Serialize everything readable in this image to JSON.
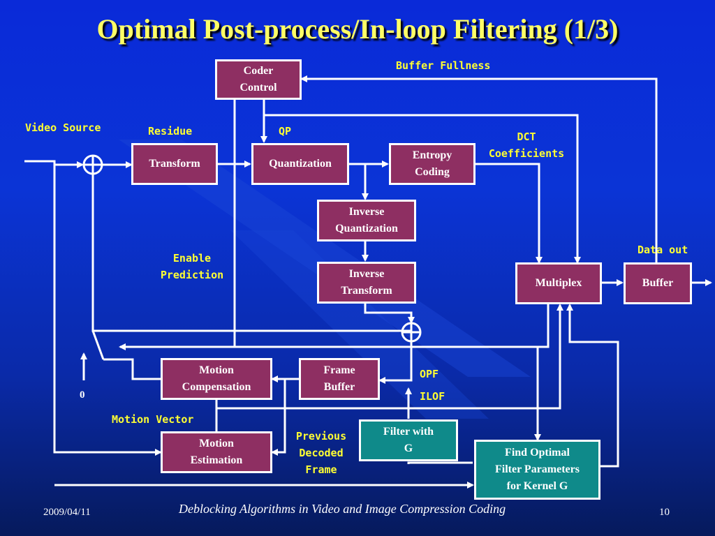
{
  "slide": {
    "title": "Optimal Post-process/In-loop Filtering (1/3)",
    "footer_date": "2009/04/11",
    "footer_text": "Deblocking Algorithms in Video and Image Compression Coding",
    "page_number": "10"
  },
  "blocks": {
    "coder_control": "Coder\nControl",
    "transform": "Transform",
    "quantization": "Quantization",
    "entropy_coding": "Entropy\nCoding",
    "inverse_quantization": "Inverse\nQuantization",
    "inverse_transform": "Inverse\nTransform",
    "multiplex": "Multiplex",
    "buffer": "Buffer",
    "motion_compensation": "Motion\nCompensation",
    "frame_buffer": "Frame\nBuffer",
    "motion_estimation": "Motion\nEstimation",
    "filter_with_g": "Filter with\nG",
    "find_optimal": "Find Optimal\nFilter Parameters\nfor Kernel G"
  },
  "labels": {
    "buffer_fullness": "Buffer Fullness",
    "video_source": "Video Source",
    "residue": "Residue",
    "qp": "QP",
    "dct_coefficients": "DCT\nCoefficients",
    "data_out": "Data out",
    "enable_prediction": "Enable\nPrediction",
    "opf": "OPF",
    "ilof": "ILOF",
    "zero": "0",
    "motion_vector": "Motion Vector",
    "previous_decoded_frame": "Previous\nDecoded\nFrame"
  },
  "colors": {
    "block_fill": "#8e2f62",
    "filter_block_fill": "#0f8a8a",
    "label_text": "#ffff33",
    "title_text": "#ffff66",
    "line": "#ffffff"
  }
}
